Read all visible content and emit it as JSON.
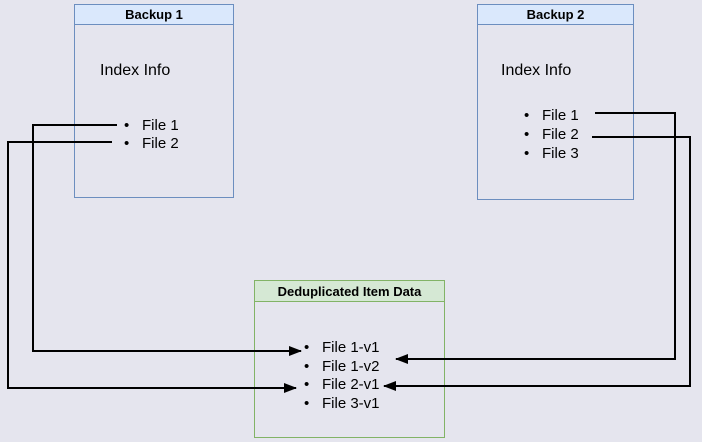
{
  "diagram": {
    "backup1": {
      "title": "Backup 1",
      "subtitle": "Index Info",
      "items": [
        "File 1",
        "File 2"
      ]
    },
    "backup2": {
      "title": "Backup 2",
      "subtitle": "Index Info",
      "items": [
        "File 1",
        "File 2",
        "File 3"
      ]
    },
    "dedup": {
      "title": "Deduplicated Item Data",
      "items": [
        "File 1-v1",
        "File 1-v2",
        "File 2-v1",
        "File 3-v1"
      ]
    },
    "connections": [
      {
        "from": "Backup 1 / File 1",
        "to": "File 1-v1"
      },
      {
        "from": "Backup 1 / File 2",
        "to": "File 2-v1"
      },
      {
        "from": "Backup 2 / File 1",
        "to": "File 1-v2"
      },
      {
        "from": "Backup 2 / File 2",
        "to": "File 2-v1"
      }
    ],
    "colors": {
      "background": "#e5e5ee",
      "blue_header_fill": "#dae8fc",
      "blue_border": "#6c8ebf",
      "green_header_fill": "#d5e8d4",
      "green_border": "#82b366",
      "connector_line": "#000000"
    }
  }
}
